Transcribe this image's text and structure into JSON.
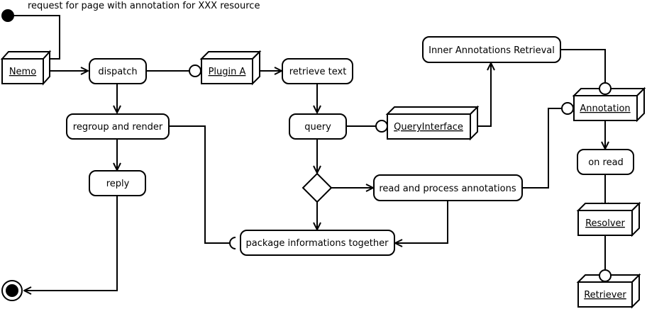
{
  "diagram": {
    "caption": "request for page with annotation for XXX resource",
    "components": {
      "nemo": "Nemo",
      "plugin_a": "Plugin A",
      "query_interface": "QueryInterface",
      "annotation": "Annotation",
      "resolver": "Resolver",
      "retriever": "Retriever"
    },
    "activities": {
      "dispatch": "dispatch",
      "regroup_render": "regroup and render",
      "reply": "reply",
      "retrieve_text": "retrieve text",
      "query": "query",
      "inner_retrieval": "Inner Annotations Retrieval",
      "read_process": "read and process annotations",
      "package": "package informations together",
      "on_read": "on read"
    }
  }
}
